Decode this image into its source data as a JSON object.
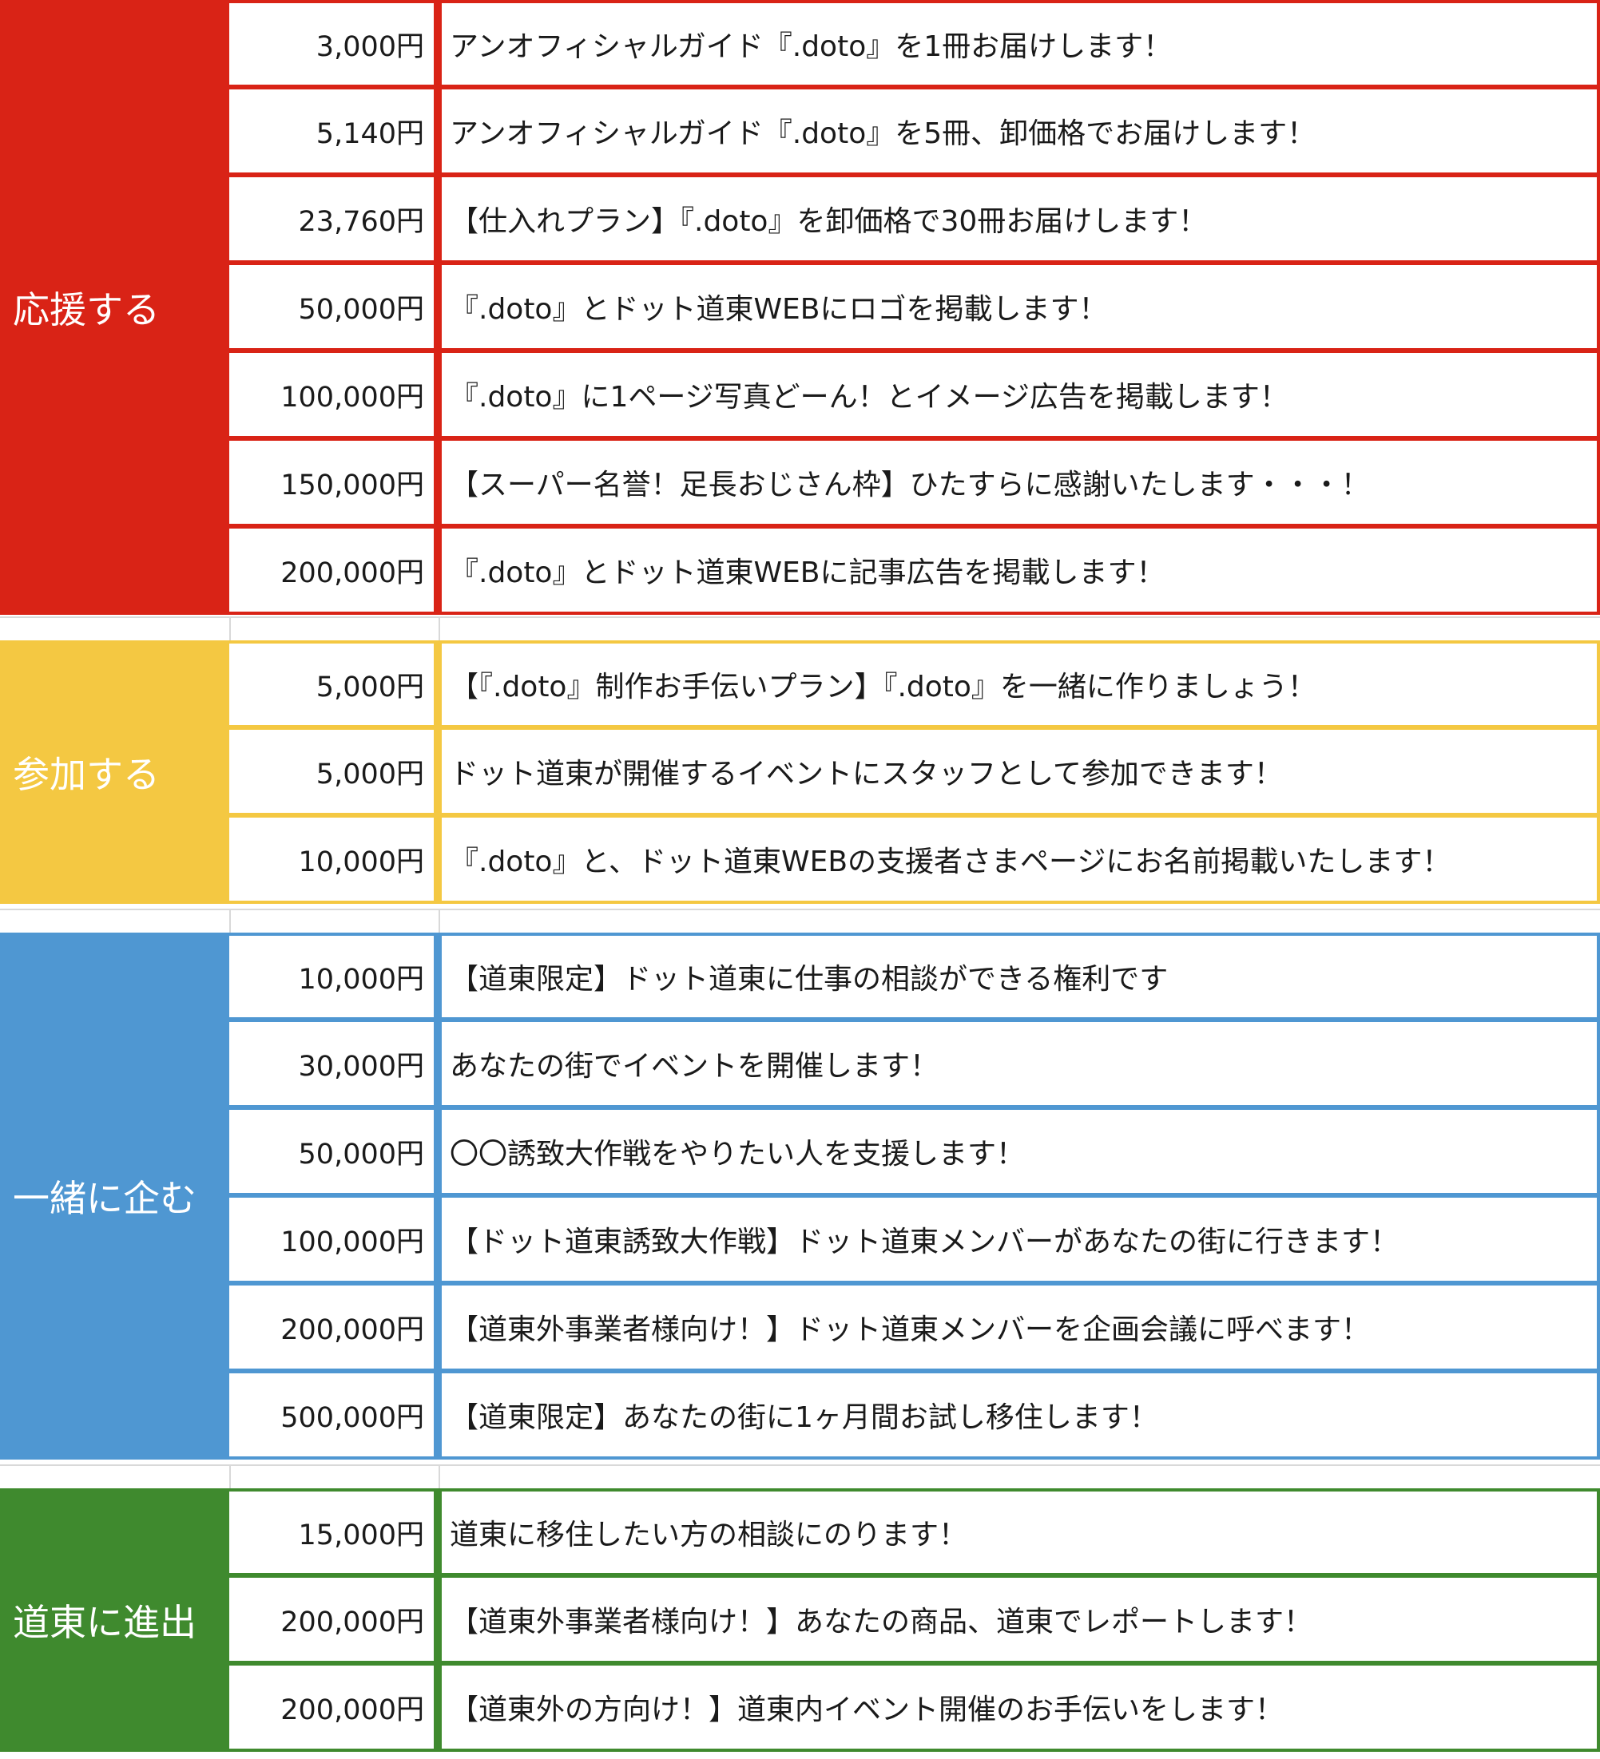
{
  "sections": [
    {
      "label": "応援する",
      "color": "#d92316",
      "rows": [
        {
          "price": "3,000円",
          "desc": "アンオフィシャルガイド『.doto』を1冊お届けします！"
        },
        {
          "price": "5,140円",
          "desc": "アンオフィシャルガイド『.doto』を5冊、卸価格でお届けします！"
        },
        {
          "price": "23,760円",
          "desc": "【仕入れプラン】『.doto』を卸価格で30冊お届けします！"
        },
        {
          "price": "50,000円",
          "desc": "『.doto』とドット道東WEBにロゴを掲載します！"
        },
        {
          "price": "100,000円",
          "desc": "『.doto』に1ページ写真どーん！とイメージ広告を掲載します！"
        },
        {
          "price": "150,000円",
          "desc": "【スーパー名誉！足長おじさん枠】ひたすらに感謝いたします・・・！"
        },
        {
          "price": "200,000円",
          "desc": "『.doto』とドット道東WEBに記事広告を掲載します！"
        }
      ]
    },
    {
      "label": "参加する",
      "color": "#f4c842",
      "rows": [
        {
          "price": "5,000円",
          "desc": "【『.doto』制作お手伝いプラン】『.doto』を一緒に作りましょう！"
        },
        {
          "price": "5,000円",
          "desc": "ドット道東が開催するイベントにスタッフとして参加できます！"
        },
        {
          "price": "10,000円",
          "desc": "『.doto』と、ドット道東WEBの支援者さまページにお名前掲載いたします！"
        }
      ]
    },
    {
      "label": "一緒に企む",
      "color": "#4f97d2",
      "rows": [
        {
          "price": "10,000円",
          "desc": "【道東限定】ドット道東に仕事の相談ができる権利です"
        },
        {
          "price": "30,000円",
          "desc": "あなたの街でイベントを開催します！"
        },
        {
          "price": "50,000円",
          "desc": "〇〇誘致大作戦をやりたい人を支援します！"
        },
        {
          "price": "100,000円",
          "desc": "【ドット道東誘致大作戦】ドット道東メンバーがあなたの街に行きます！"
        },
        {
          "price": "200,000円",
          "desc": "【道東外事業者様向け！】ドット道東メンバーを企画会議に呼べます！"
        },
        {
          "price": "500,000円",
          "desc": "【道東限定】あなたの街に1ヶ月間お試し移住します！"
        }
      ]
    },
    {
      "label": "道東に進出",
      "color": "#3f8a2e",
      "rows": [
        {
          "price": "15,000円",
          "desc": "道東に移住したい方の相談にのります！"
        },
        {
          "price": "200,000円",
          "desc": "【道東外事業者様向け！】あなたの商品、道東でレポートします！"
        },
        {
          "price": "200,000円",
          "desc": "【道東外の方向け！】道東内イベント開催のお手伝いをします！"
        }
      ]
    }
  ]
}
